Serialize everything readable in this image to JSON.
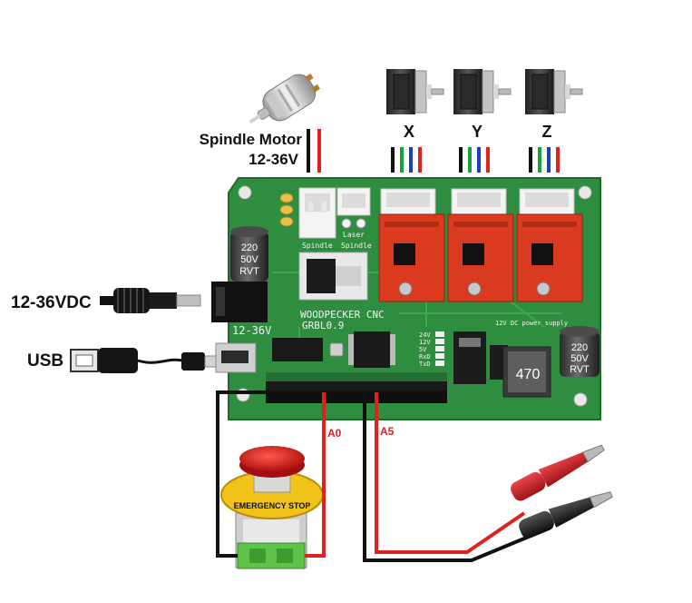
{
  "labels": {
    "spindle_motor": "Spindle Motor",
    "spindle_voltage": "12-36V",
    "axis_x": "X",
    "axis_y": "Y",
    "axis_z": "Z",
    "power_input": "12-36VDC",
    "usb": "USB",
    "pin_a0": "A0",
    "pin_a5": "A5"
  },
  "board": {
    "header_spindle": "Spindle",
    "header_laser": "Laser",
    "header_spindle_mosfet": "Spindle",
    "title_line1": "WOODPECKER CNC",
    "title_line2": "GRBL0.9",
    "voltage_mark": "12-36V",
    "cap_left": [
      "220",
      "50V",
      "RVT"
    ],
    "cap_right": [
      "220",
      "50V",
      "RVT"
    ],
    "inductor_value": "470",
    "power_supply_label": "12V DC power supply",
    "rail_labels": [
      "24V",
      "12V",
      "5V",
      "RxD",
      "TxD"
    ]
  },
  "stop_button": {
    "ring_text": "EMERGENCY STOP"
  },
  "colors": {
    "pcb": "#2f8d3f",
    "driver": "#d93a20",
    "wire_red": "#e0211f",
    "wire_black": "#111111",
    "wire_green": "#14a43a",
    "wire_blue": "#1c3fc8",
    "stop_yellow": "#f0c21a",
    "stop_red": "#d42020"
  }
}
